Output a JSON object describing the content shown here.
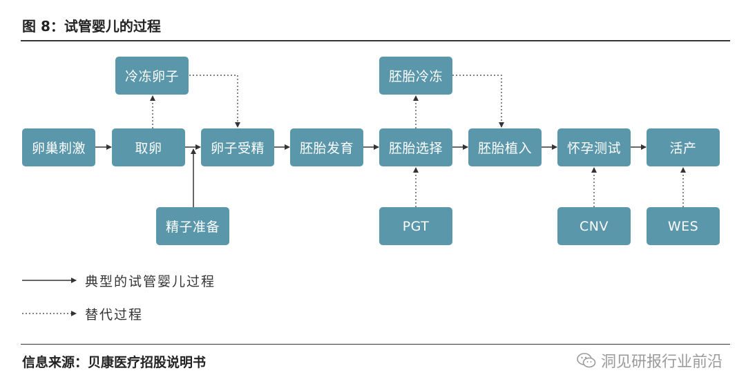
{
  "title": "图 8：试管婴儿的过程",
  "colors": {
    "box_fill": "#5b97ab",
    "arrow": "#333333",
    "rule": "#333333"
  },
  "nodes": {
    "ovarian_stimulation": "卵巢刺激",
    "egg_retrieval": "取卵",
    "fertilization": "卵子受精",
    "embryo_development": "胚胎发育",
    "embryo_selection": "胚胎选择",
    "embryo_transfer": "胚胎植入",
    "pregnancy_test": "怀孕测试",
    "live_birth": "活产",
    "egg_freezing": "冷冻卵子",
    "embryo_freezing": "胚胎冷冻",
    "sperm_preparation": "精子准备",
    "pgt": "PGT",
    "cnv": "CNV",
    "wes": "WES"
  },
  "legend": {
    "solid": "典型的试管婴儿过程",
    "dotted": "替代过程"
  },
  "source": "信息来源：贝康医疗招股说明书",
  "watermark": "洞见研报行业前沿"
}
